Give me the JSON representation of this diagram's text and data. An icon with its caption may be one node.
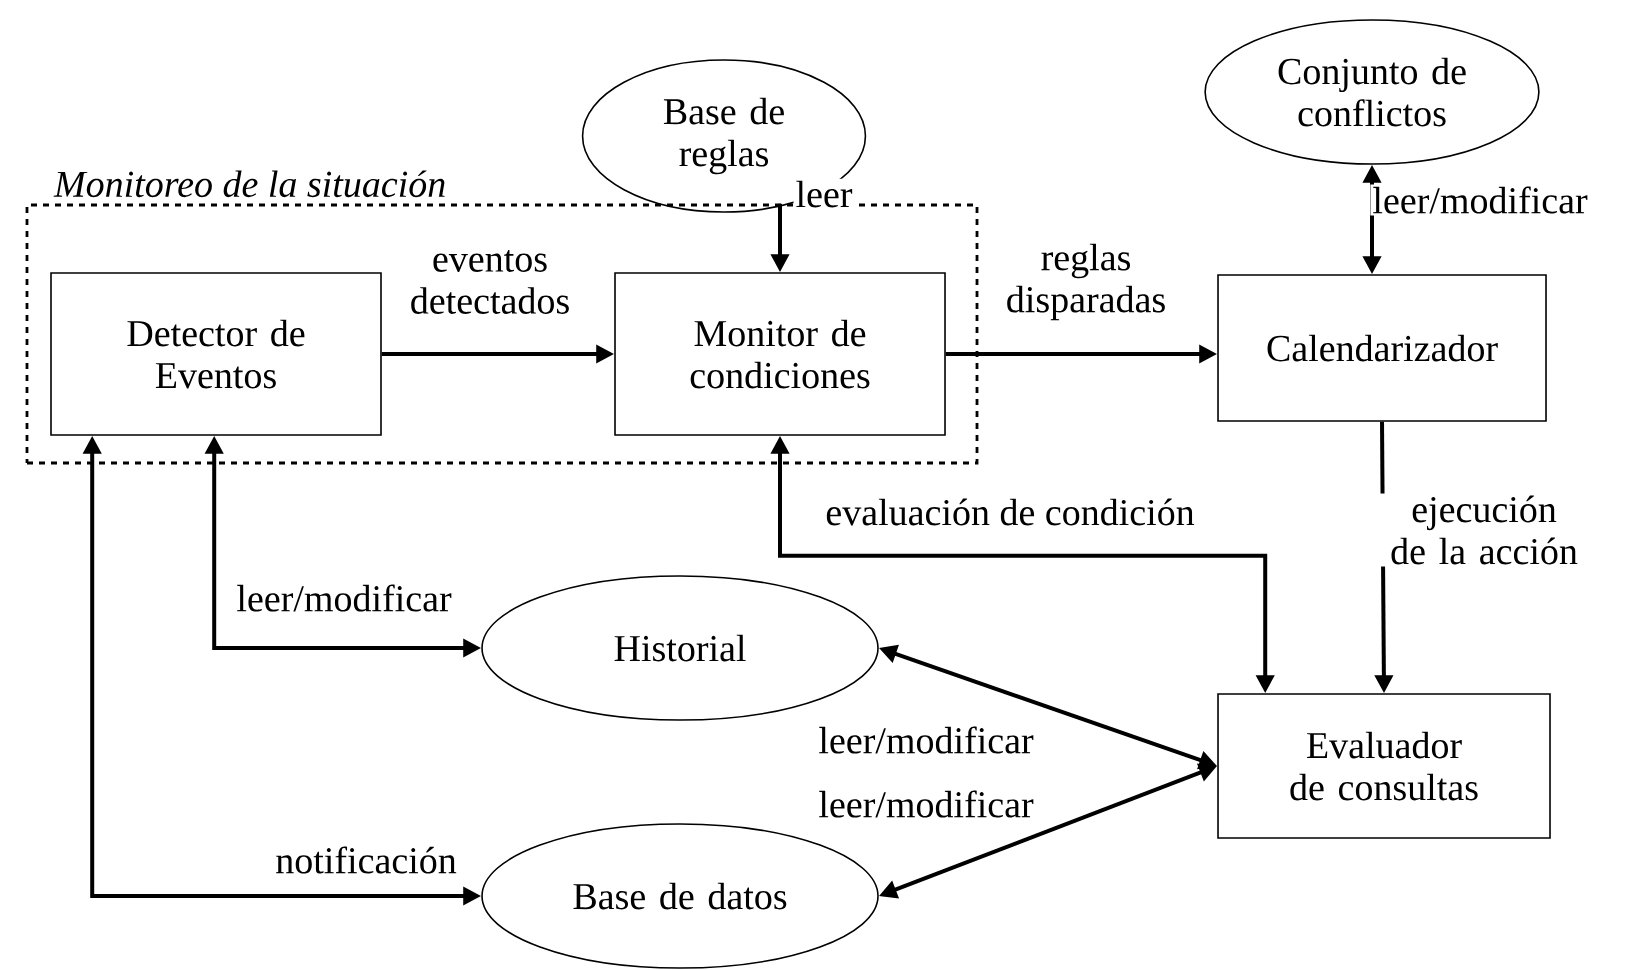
{
  "diagram": {
    "nodes": [
      {
        "text": [
          "Monitoreo de la situación"
        ]
      },
      {
        "text": [
          "Detector de Eventos"
        ],
        "in": 0
      },
      {
        "text": [
          "Monitor de condiciones"
        ],
        "in": 0
      },
      {
        "text": [
          "Base de reglas"
        ]
      },
      {
        "text": [
          "Conjunto de conflictos"
        ]
      },
      {
        "text": [
          "Calendarizador"
        ]
      },
      {
        "text": [
          "Historial"
        ]
      },
      {
        "text": [
          "Evaluador de consultas"
        ]
      },
      {
        "text": [
          "Base de datos"
        ]
      }
    ],
    "edges": [
      {
        "from": 1,
        "to": 2,
        "arrow": "to",
        "label": "eventos detectados"
      },
      {
        "from": 3,
        "to": 2,
        "arrow": "to",
        "label": "leer"
      },
      {
        "from": 2,
        "to": 5,
        "arrow": "to",
        "label": "reglas disparadas"
      },
      {
        "from": 4,
        "to": 5,
        "arrow": "both",
        "label": "leer/modificar"
      },
      {
        "from": 5,
        "to": 7,
        "arrow": "to",
        "label": "ejecución de la acción"
      },
      {
        "from": 2,
        "to": 7,
        "arrow": "both",
        "label": "evaluación de condición"
      },
      {
        "from": 1,
        "to": 6,
        "arrow": "both",
        "label": "leer/modificar"
      },
      {
        "from": 6,
        "to": 7,
        "arrow": "both",
        "label": "leer/modificar"
      },
      {
        "from": 8,
        "to": 7,
        "arrow": "both",
        "label": "leer/modificar"
      },
      {
        "from": 1,
        "to": 8,
        "arrow": "both",
        "label": "notificación"
      }
    ]
  }
}
